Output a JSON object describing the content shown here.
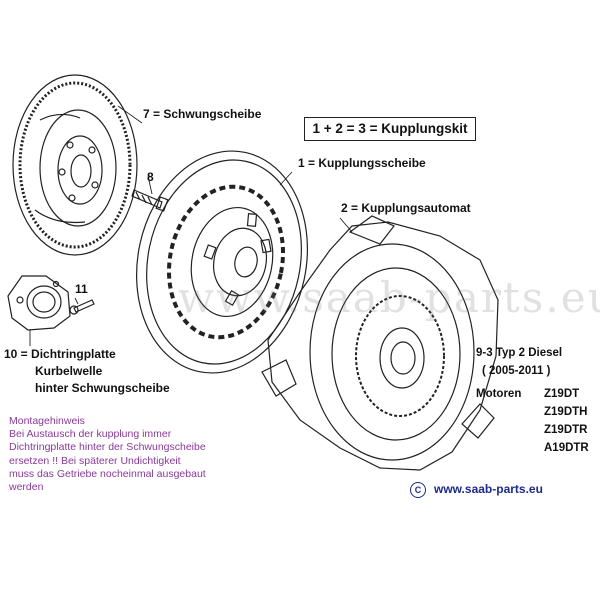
{
  "labels": {
    "flywheel": "7 = Schwungscheibe",
    "bolt8": "8",
    "kit": "1 + 2 = 3 = Kupplungskit",
    "clutch_disc": "1 = Kupplungsscheibe",
    "pressure_plate": "2 = Kupplungsautomat",
    "screw11": "11",
    "seal_line1": "10 = Dichtringplatte",
    "seal_line2": "Kurbelwelle",
    "seal_line3": "hinter Schwungscheibe"
  },
  "note": {
    "lines": [
      "Montagehinweis",
      "Bei Austausch der kupplung immer",
      "Dichtringplatte hinter der Schwungscheibe",
      "ersetzen  !!  Bei späterer Undichtigkeit",
      "muss das Getriebe nocheinmal ausgebaut",
      "werden"
    ],
    "color": "#8a3a9a"
  },
  "vehicle": {
    "model": "9-3 Typ 2  Diesel",
    "years": "( 2005-2011 )",
    "engines_label": "Motoren",
    "engines": [
      "Z19DT",
      "Z19DTH",
      "Z19DTR",
      "A19DTR"
    ]
  },
  "footer": {
    "copyright_symbol": "C",
    "website": "www.saab-parts.eu",
    "color": "#1d2a8a"
  },
  "watermark": "www.saab-parts.eu"
}
